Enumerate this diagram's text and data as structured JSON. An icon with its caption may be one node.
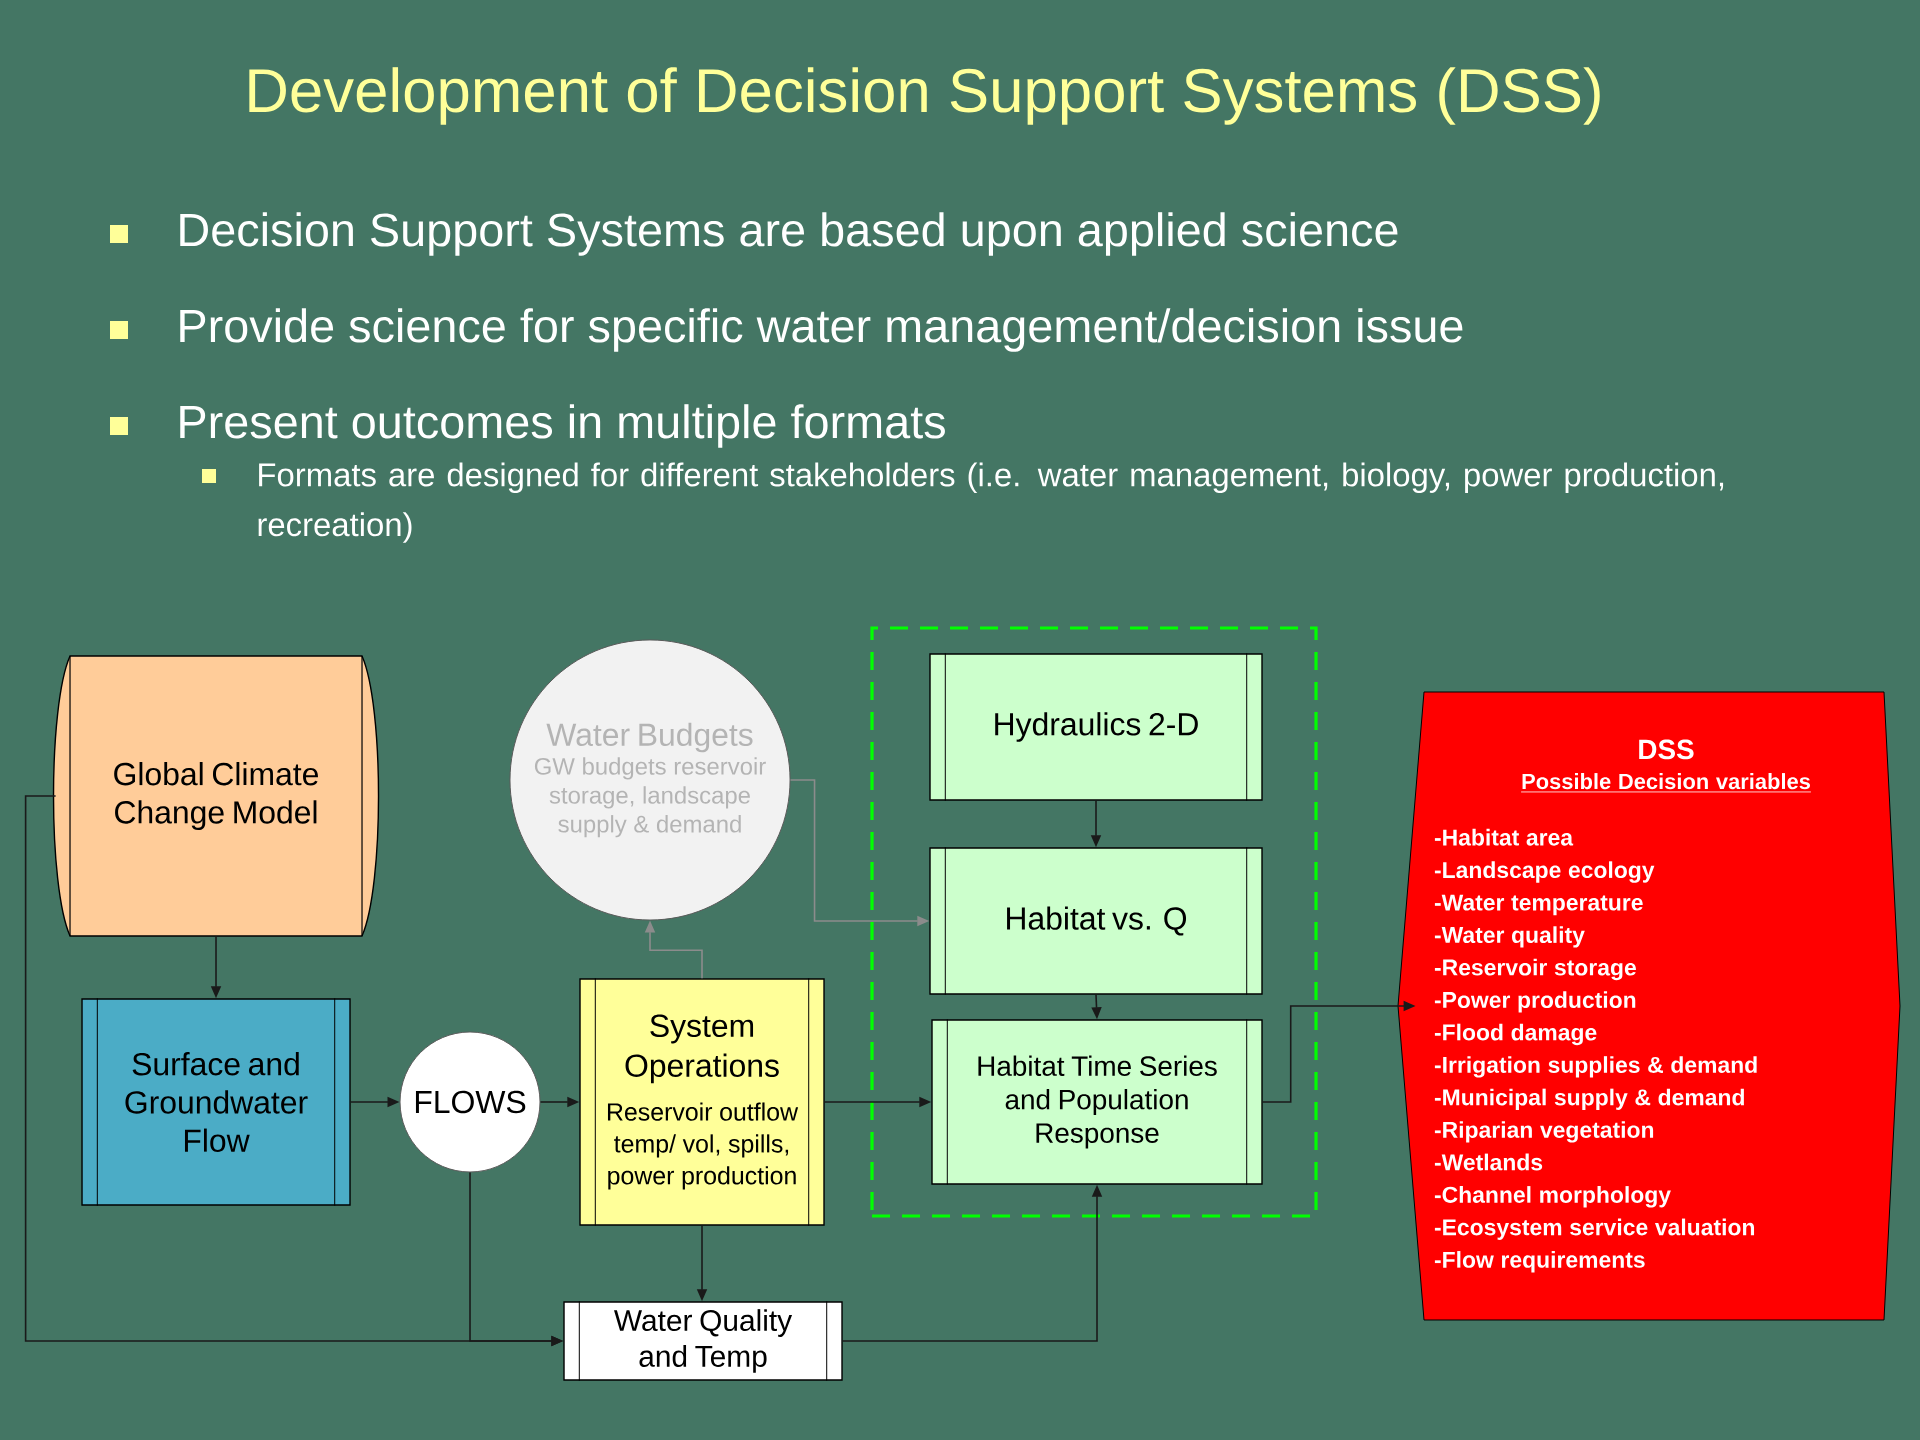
{
  "diagram": {
    "title": "Development of Decision Support Systems (DSS)",
    "nodes": [
      {
        "text": [
          "Global Climate Change Model"
        ]
      },
      {
        "text": [
          "Water Budgets",
          "GW budgets reservoir storage, landscape supply & demand"
        ]
      },
      {
        "text": [],
        "shape": "box"
      },
      {
        "text": [
          "Hydraulics 2-D"
        ],
        "in": 2
      },
      {
        "text": [
          "Habitat vs. Q"
        ],
        "in": 2
      },
      {
        "text": [
          "Habitat Time Series and Population Response"
        ],
        "in": 2
      },
      {
        "text": [
          "DSS",
          "Possible Decision variables",
          "-Habitat area",
          "-Landscape ecology",
          "-Water temperature",
          "-Water quality",
          "-Reservoir storage",
          "-Power production",
          "-Flood damage",
          "-Irrigation supplies & demand",
          "-Municipal supply & demand",
          "-Riparian vegetation",
          "-Wetlands",
          "-Channel morphology",
          "-Ecosystem service valuation",
          "-Flow requirements"
        ]
      },
      {
        "text": [
          "Surface and Groundwater Flow"
        ]
      },
      {
        "text": [
          "FLOWS"
        ]
      },
      {
        "text": [
          "System Operations",
          "Reservoir outflow temp/ vol, spills, power production"
        ]
      },
      {
        "text": [
          "Water Quality and Temp"
        ]
      }
    ],
    "edges": [
      {
        "from": 0,
        "to": 7,
        "arrow": "to"
      },
      {
        "from": 7,
        "to": 8,
        "arrow": "to"
      },
      {
        "from": 8,
        "to": 9,
        "arrow": "to"
      },
      {
        "from": 9,
        "to": 5,
        "arrow": "to"
      },
      {
        "from": 9,
        "to": 1,
        "arrow": "to",
        "color": "#8c8c8c"
      },
      {
        "from": 1,
        "to": 4,
        "arrow": "to",
        "color": "#8c8c8c"
      },
      {
        "from": 3,
        "to": 4,
        "arrow": "to"
      },
      {
        "from": 4,
        "to": 5,
        "arrow": "to"
      },
      {
        "from": 5,
        "to": 6,
        "arrow": "to"
      },
      {
        "from": 9,
        "to": 10,
        "arrow": "to"
      },
      {
        "from": 8,
        "to": 10,
        "arrow": "to"
      },
      {
        "from": 0,
        "to": 10,
        "arrow": "to"
      },
      {
        "from": 10,
        "to": 5,
        "arrow": "to"
      }
    ],
    "labels": [
      "Decision Support Systems are based upon applied science",
      "Provide science for specific water management/decision issue",
      "Present outcomes in multiple formats",
      "Formats are designed for different stakeholders (i.e. water management,  biology, power production, recreation)"
    ]
  }
}
